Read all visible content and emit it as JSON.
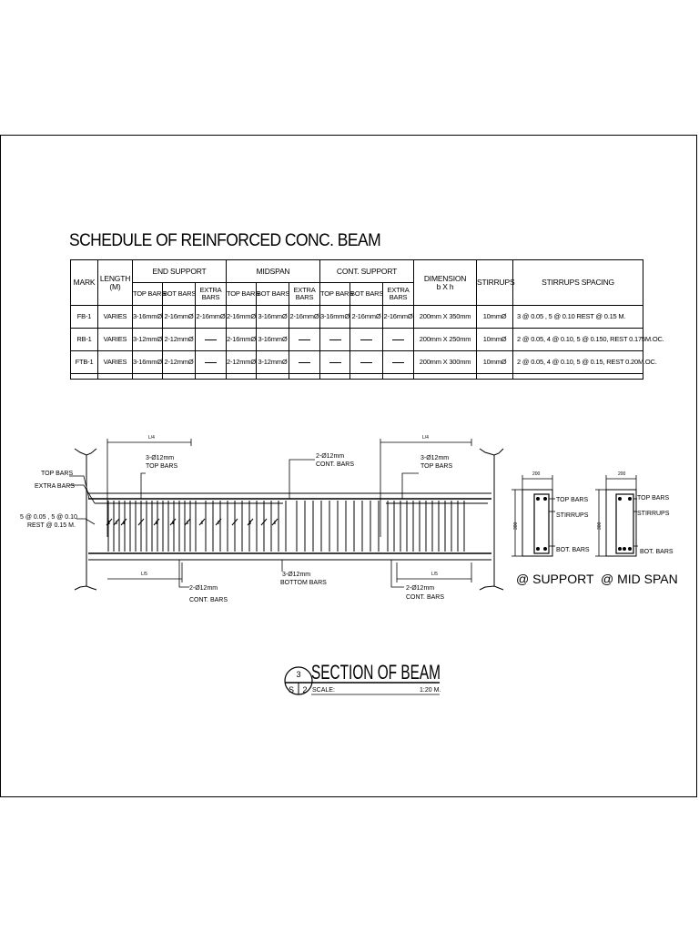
{
  "schedule": {
    "title": "SCHEDULE OF REINFORCED CONC. BEAM",
    "headers": {
      "mark": "MARK",
      "length": "LENGTH",
      "length_unit": "(M)",
      "end_support": "END SUPPORT",
      "midspan": "MIDSPAN",
      "cont_support": "CONT. SUPPORT",
      "dimension": "DIMENSION",
      "dimension_sub": "b X h",
      "stirrups": "STIRRUPS",
      "stirrups_spacing": "STIRRUPS SPACING",
      "top_bars": "TOP BARS",
      "bot_bars": "BOT BARS",
      "extra_bars": "EXTRA BARS"
    },
    "rows": [
      {
        "mark": "FB-1",
        "length": "VARIES",
        "end_top": "3-16mmØ",
        "end_bot": "2-16mmØ",
        "end_extra": "2-16mmØ",
        "mid_top": "2-16mmØ",
        "mid_bot": "3-16mmØ",
        "mid_extra": "2-16mmØ",
        "cont_top": "3-16mmØ",
        "cont_bot": "2-16mmØ",
        "cont_extra": "2-16mmØ",
        "dimension": "200mm X 350mm",
        "stirrups": "10mmØ",
        "spacing": "3 @ 0.05 , 5 @ 0.10 REST @ 0.15 M."
      },
      {
        "mark": "RB-1",
        "length": "VARIES",
        "end_top": "3-12mmØ",
        "end_bot": "2-12mmØ",
        "end_extra": "",
        "mid_top": "2-16mmØ",
        "mid_bot": "3-16mmØ",
        "mid_extra": "",
        "cont_top": "",
        "cont_bot": "",
        "cont_extra": "",
        "dimension": "200mm X 250mm",
        "stirrups": "10mmØ",
        "spacing": "2 @ 0.05, 4 @ 0.10, 5 @ 0.150, REST 0.175M.OC."
      },
      {
        "mark": "FTB-1",
        "length": "VARIES",
        "end_top": "3-16mmØ",
        "end_bot": "2-12mmØ",
        "end_extra": "",
        "mid_top": "2-12mmØ",
        "mid_bot": "3-12mmØ",
        "mid_extra": "",
        "cont_top": "",
        "cont_bot": "",
        "cont_extra": "",
        "dimension": "200mm X 300mm",
        "stirrups": "10mmØ",
        "spacing": "2 @ 0.05, 4 @ 0.10, 5 @ 0.15, REST 0.20M.OC."
      }
    ]
  },
  "beam_detail": {
    "dim_l4": "L/4",
    "dim_l5": "L/5",
    "top_bars_left": [
      "3-Ø12mm",
      "TOP BARS"
    ],
    "cont_bars_top": [
      "2-Ø12mm",
      "CONT. BARS"
    ],
    "top_bars_right": [
      "3-Ø12mm",
      "TOP BARS"
    ],
    "label_top_bars": "TOP BARS",
    "label_extra_bars": "EXTRA BARS",
    "spacing_note": [
      "5 @ 0.05 , 5 @ 0.10",
      "REST @ 0.15 M."
    ],
    "cont_bars_bottom_left": [
      "2-Ø12mm",
      "CONT. BARS"
    ],
    "bottom_bars": [
      "3-Ø12mm",
      "BOTTOM BARS"
    ],
    "cont_bars_bottom_right": [
      "2-Ø12mm",
      "CONT. BARS"
    ]
  },
  "sections": {
    "dim_width": "200",
    "dim_height": "300",
    "label_top_bars": "TOP BARS",
    "label_stirrups": "STIRRUPS",
    "label_bot_bars": "BOT. BARS",
    "support_caption": "@ SUPPORT",
    "midspan_caption": "@ MID SPAN"
  },
  "title_block": {
    "number": "3",
    "sheet_prefix": "S",
    "sheet_number": "2",
    "title": "SECTION OF BEAM",
    "scale_label": "SCALE:",
    "scale_value": "1:20 M."
  }
}
